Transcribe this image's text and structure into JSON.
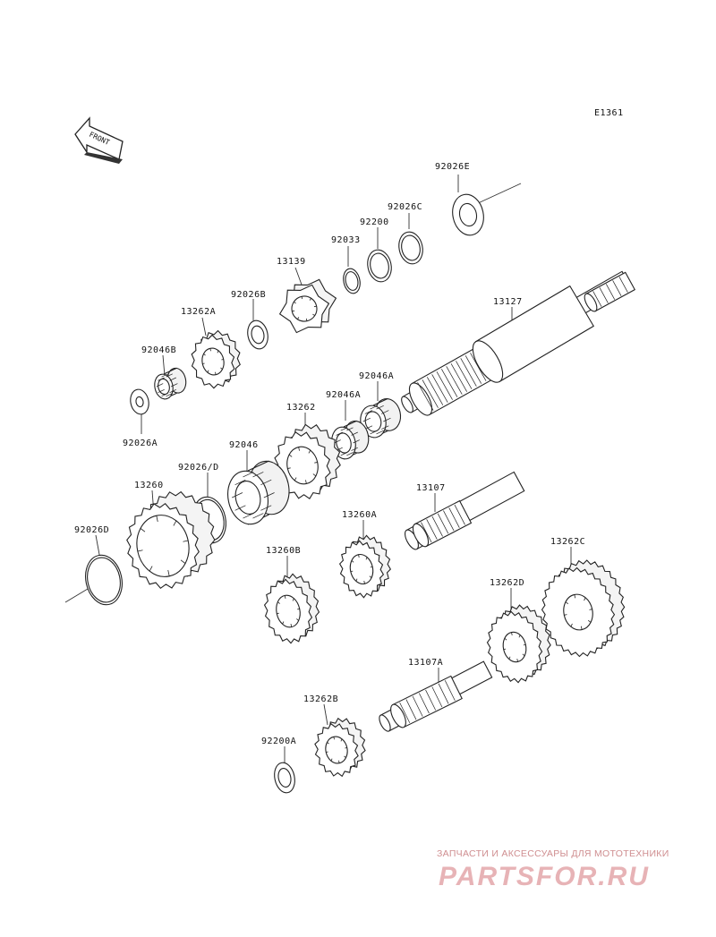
{
  "diagram_code": "E1361",
  "front_label": "FRONT",
  "parts": {
    "p92026E": "92026E",
    "p92026C": "92026C",
    "p92200": "92200",
    "p92033": "92033",
    "p13139": "13139",
    "p92026B": "92026B",
    "p13262A": "13262A",
    "p92046B": "92046B",
    "p92026A": "92026A",
    "p13127": "13127",
    "p92046A_1": "92046A",
    "p92046A_2": "92046A",
    "p13262": "13262",
    "p92046": "92046",
    "p92026D_slash": "92026/D",
    "p13260": "13260",
    "p92026D": "92026D",
    "p13107": "13107",
    "p13260A": "13260A",
    "p13260B": "13260B",
    "p13262C": "13262C",
    "p13262D": "13262D",
    "p13107A": "13107A",
    "p13262B": "13262B",
    "p92200A": "92200A"
  },
  "watermark": {
    "subtitle": "ЗАПЧАСТИ И АКСЕССУАРЫ ДЛЯ МОТОТЕХНИКИ",
    "logo": "PARTSFOR.RU",
    "color": "#e0a5a8"
  }
}
